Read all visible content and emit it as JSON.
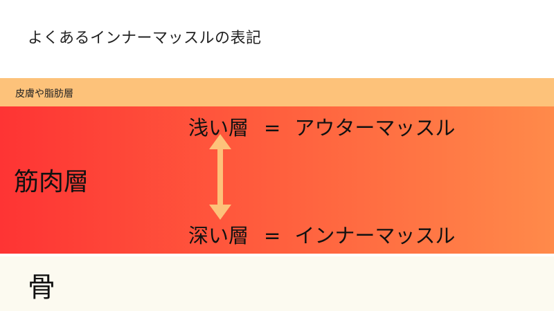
{
  "title": "よくあるインナーマッスルの表記",
  "layers": {
    "skin": {
      "label": "皮膚や脂肪層",
      "color": "#fdc27a"
    },
    "muscle": {
      "label": "筋肉層",
      "gradient": [
        "#fe3434",
        "#ff8a4a"
      ],
      "shallow": {
        "term": "浅い層",
        "equals": "=",
        "name": "アウターマッスル"
      },
      "deep": {
        "term": "深い層",
        "equals": "=",
        "name": "インナーマッスル"
      },
      "arrow_color": "#fdc27a"
    },
    "bone": {
      "label": "骨",
      "color": "#fcfaf0"
    }
  }
}
